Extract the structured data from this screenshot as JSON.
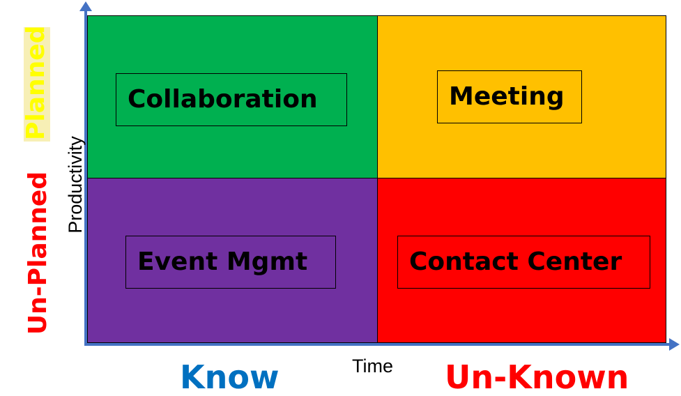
{
  "colors": {
    "axis": "#4472C4",
    "q_top_left": "#00B050",
    "q_top_right": "#FFC000",
    "q_bottom_left": "#7030A0",
    "q_bottom_right": "#FF0000",
    "know": "#0070C0",
    "unknown": "#FF0000",
    "planned_text": "#FFFF00",
    "planned_bg": "#F7EFB5",
    "unplanned": "#FF0000"
  },
  "quadrants": {
    "top_left": "Collaboration",
    "top_right": "Meeting",
    "bottom_left": "Event Mgmt",
    "bottom_right": "Contact Center"
  },
  "axes": {
    "x_label": "Time",
    "y_label": "Productivity",
    "x_left": "Know",
    "x_right": "Un-Known",
    "y_top": "Planned",
    "y_bottom": "Un-Planned"
  }
}
